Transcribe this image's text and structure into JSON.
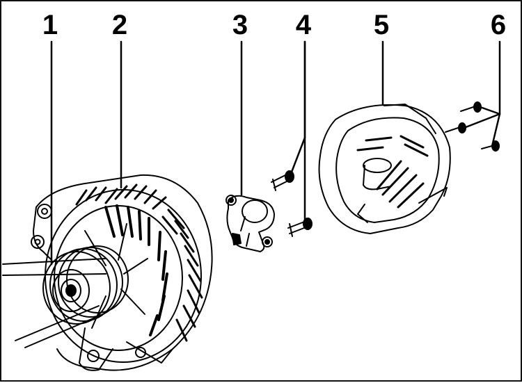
{
  "callouts": [
    {
      "number": "1",
      "part": "pulley"
    },
    {
      "number": "2",
      "part": "alternator"
    },
    {
      "number": "3",
      "part": "voltage-regulator"
    },
    {
      "number": "4",
      "part": "regulator-screws"
    },
    {
      "number": "5",
      "part": "rear-cover"
    },
    {
      "number": "6",
      "part": "cover-screws"
    }
  ]
}
